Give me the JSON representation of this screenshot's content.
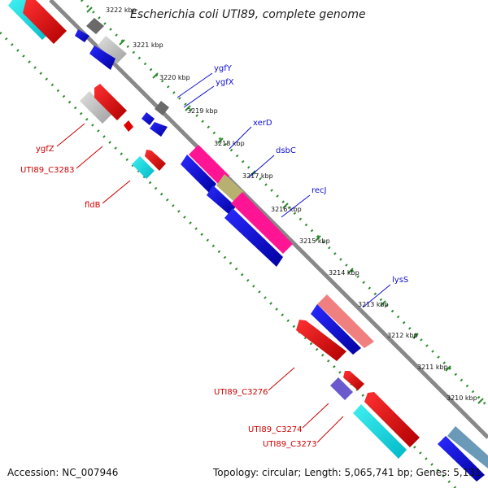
{
  "title": "Escherichia coli UTI89, complete genome",
  "footer": {
    "accession": "Accession: NC_007946",
    "topology": "Topology: circular; Length: 5,065,741 bp; Genes: 5,131"
  },
  "colors": {
    "backbone": "#808080",
    "tick_major": "#2e8b2e",
    "label_blue": "#1010cc",
    "label_red": "#cc0000"
  },
  "ticks": [
    "3222 kbp",
    "3221 kbp",
    "3220 kbp",
    "3219 kbp",
    "3218 kbp",
    "3217 kbp",
    "3216 kbp",
    "3215 kbp",
    "3214 kbp",
    "3213 kbp",
    "3212 kbp",
    "3211 kbp",
    "3210 kbp"
  ],
  "gene_labels": {
    "forward": [
      "ygfY",
      "ygfX",
      "xerD",
      "dsbC",
      "recJ",
      "lysS"
    ],
    "reverse": [
      "ygfZ",
      "UTI89_C3283",
      "fldB",
      "UTI89_C3276",
      "UTI89_C3274",
      "UTI89_C3273"
    ]
  }
}
